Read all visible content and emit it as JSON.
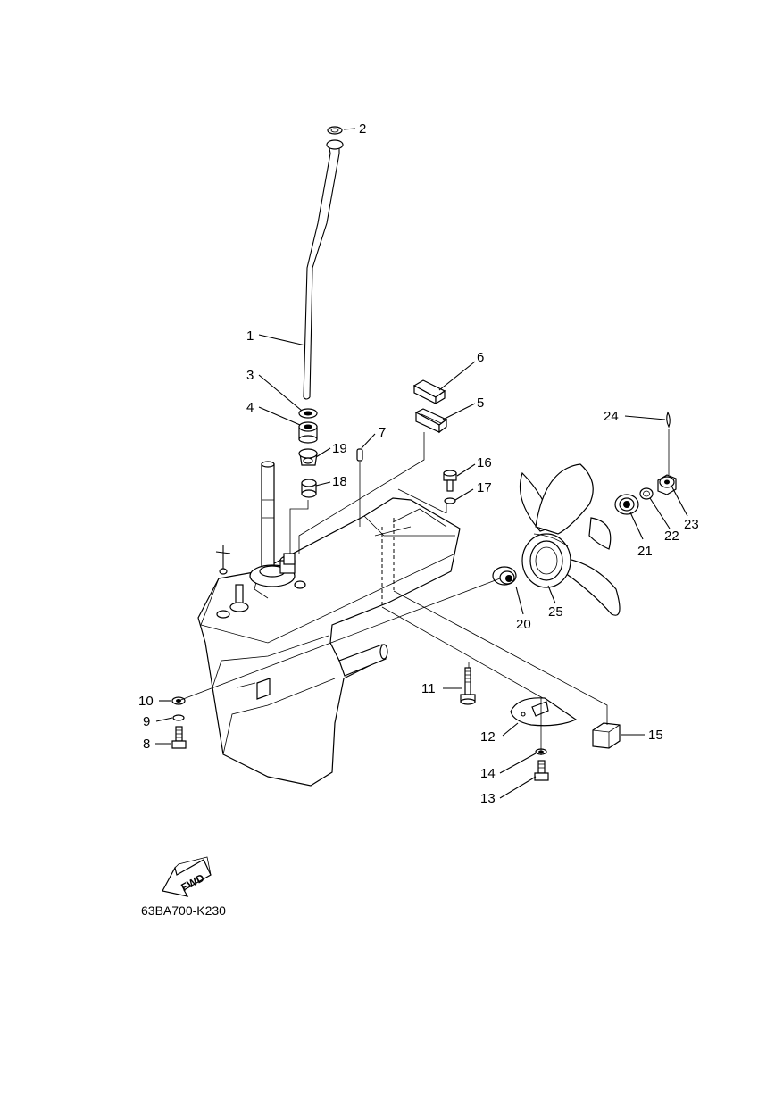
{
  "diagram_code": "63BA700-K230",
  "fwd_label": "FWD",
  "callouts": [
    "1",
    "2",
    "3",
    "4",
    "5",
    "6",
    "7",
    "8",
    "9",
    "10",
    "11",
    "12",
    "13",
    "14",
    "15",
    "16",
    "17",
    "18",
    "19",
    "20",
    "21",
    "22",
    "23",
    "24",
    "25"
  ]
}
